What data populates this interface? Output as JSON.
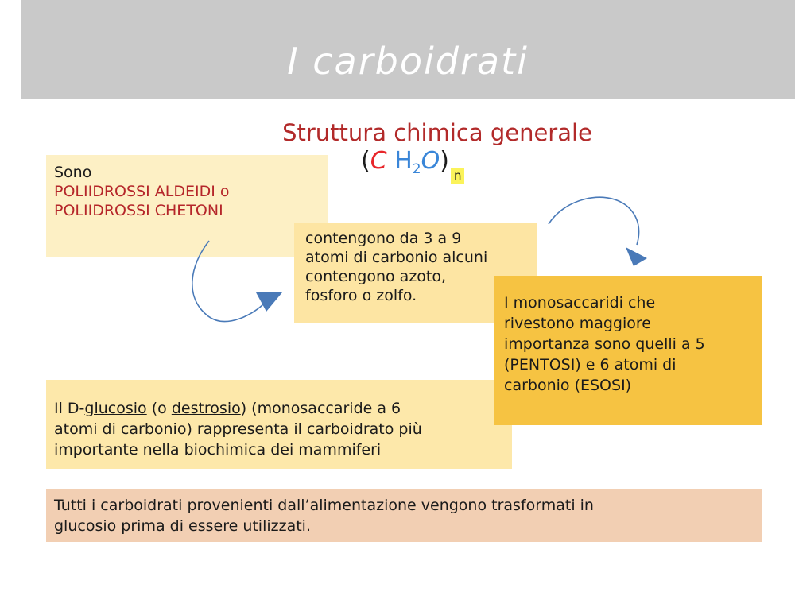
{
  "header": {
    "title": "I carboidrati"
  },
  "structure": {
    "subtitle": "Struttura chimica generale",
    "formula": {
      "open": "(",
      "c": "C",
      "h": " H",
      "h_sub": "2",
      "o": "O",
      "close": ")",
      "n": "n"
    }
  },
  "box1": {
    "line1": "Sono",
    "line2": "POLIIDROSSI ALDEIDI o",
    "line3": "POLIIDROSSI CHETONI"
  },
  "box2": {
    "line1": "contengono da 3 a 9",
    "line2": "atomi di carbonio alcuni",
    "line3": "contengono azoto,",
    "line4": "fosforo o zolfo."
  },
  "box3": {
    "line1": "I monosaccaridi che",
    "line2": "rivestono maggiore",
    "line3": "importanza sono quelli a 5",
    "line4": "(PENTOSI) e 6 atomi di",
    "line5": "carbonio (ESOSI)"
  },
  "box4": {
    "p1": "Il D-",
    "glucosio": "glucosio",
    "p2": " (o ",
    "destrosio": "destrosio",
    "p3": ") (monosaccaride a 6",
    "line2": "atomi di carbonio) rappresenta il carboidrato più",
    "line3": "importante nella biochimica dei mammiferi"
  },
  "box5": {
    "line1": "Tutti i carboidrati provenienti dall’alimentazione vengono trasformati in",
    "line2": "glucosio prima di essere utilizzati."
  },
  "colors": {
    "title_bar": "#c9c9c9",
    "subtitle": "#b22a2a",
    "arrow": "#4a7ab8"
  }
}
